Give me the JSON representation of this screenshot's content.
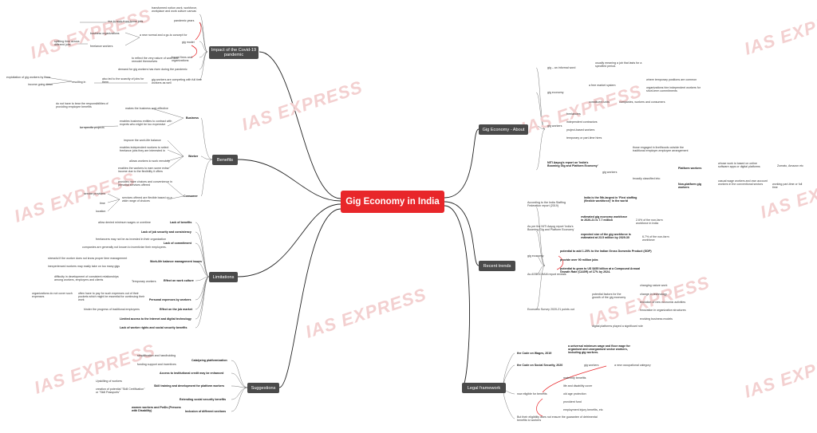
{
  "watermark": "IAS EXPRESS",
  "center": "Gig Economy in India",
  "covid": {
    "title": "Impact of the Covid-19 pandemic",
    "items": [
      "transformed notion work, workforce, workplace and work culture canvas",
      "pandemic years",
      "rise in work-from-home jobs",
      "a new normal and a go-to concept for",
      "gig model",
      "business organizations",
      "freelance workers",
      "splitting time across different jobs",
      "to reflect the very nature of work and remodel themselves",
      "forced firms and organizations",
      "demand for gig workers has risen during the pandemic",
      "gig workers are competing with full time workers as well",
      "also led to the scarcity of jobs for them",
      "resulting in",
      "exploitation of gig workers by firms",
      "income going down"
    ]
  },
  "benefits": {
    "title": "Benefits",
    "business": "Business",
    "business_items": [
      "do not have to bear the responsibilities of providing employee benefits",
      "makes the business cost-effective",
      "enables business entities to contract with experts who might be too expensive",
      "for specific projects"
    ],
    "worker": "Worker",
    "worker_items": [
      "improve the work-life balance",
      "enables independent workers to select freelance jobs they are interested in",
      "allows workers to work remotely",
      "enables the workers to earn some extra income due to the flexibility it offers"
    ],
    "consumer": "Consumer",
    "consumer_items": [
      "provides more choices and convenience in personal services offered",
      "services offered are flexible based on a wide range of choices",
      "service providers",
      "time",
      "location"
    ]
  },
  "limitations": {
    "title": "Limitations",
    "items": [
      "Lack of benefits",
      "allow denied minimum wages or overtime",
      "Lack of job security and consistency",
      "Lack of commitment",
      "freelancers may not be as invested in their organization",
      "companies are generally not known to incentivize their employees.",
      "Work-life balance management issues",
      "stressful if the worker does not know proper time management",
      "inexperienced workers may easily take on too many gigs",
      "Effect on work culture",
      "difficulty in development of consistent relationships among workers, employers and clients",
      "Temporary workers",
      "Personal expenses by workers",
      "often have to pay for such expenses out of their pockets which might be essential for continuing their work",
      "organizations do not cover such expenses",
      "Effect on the job market",
      "hinder the progress of traditional employees",
      "Limited access to the Internet and digital technology",
      "Lack of worker rights and social security benefits"
    ]
  },
  "suggestions": {
    "title": "Suggestions",
    "items": [
      "Catalyzing platformization",
      "simplification and handholding",
      "funding support and incentives",
      "Access to institutional credit may be enhanced",
      "Skill training and development for platform workers",
      "Upskilling of workers",
      "creation of potential \"Skill Certification\" or \"Skill Passports\"",
      "Extending social security benefits",
      "Inclusion of different sections",
      "women workers and PwDs (Persons with Disability)"
    ]
  },
  "about": {
    "title": "Gig Economy - About",
    "items": [
      "gig – an informal word",
      "usually meaning a job that lasts for a specified period.",
      "gig economy",
      "a free market system",
      "where temporary positions are common",
      "organizations hire independent workers for short-term commitments",
      "constituent units",
      "companies, workers and consumers",
      "gig workers",
      "freelancers",
      "independent contractors",
      "project-based workers",
      "temporary or part-time hires",
      "NITI Aayog's report on 'India's Booming Gig and Platform Economy'",
      "gig workers",
      "those engaged in livelihoods outside the traditional employer-employee arrangement",
      "broadly classified into",
      "Platform workers",
      "whose work is based on online software apps or digital platforms",
      "Zomato, Amazon etc",
      "Non-platform gig workers",
      "casual wage workers and own account workers in the conventional sectors",
      "working part-time or full time"
    ]
  },
  "trends": {
    "title": "Recent trends",
    "items": [
      "According to the India Staffing Federation report (2019)",
      "India is the 5th-largest in 'Flexi staffing (flexible workforce)' in the world",
      "As per the NITI Aayog report 'India's Booming Gig and Platform Economy'",
      "estimated gig economy workforce in 2020-21 is 7.7 million",
      "2.6% of the non-farm workforce in India",
      "expected size of the gig workforce is estimated at 23.5 million by 2029-30",
      "6.7% of the non-farm workforce",
      "gig economy",
      "potential to add 1.25% to the Indian Gross Domestic Product (GDP)",
      "provide over 90 million jobs",
      "As ASSOCHAM report reveals",
      "potential to grow to US $455 billion at a Compound Annual Growth Rate (CAGR) of 17% by 2024.",
      "Economic Survey 2020-21 points out",
      "potential factors for the growth of the gig economy",
      "changing nature work",
      "change in technology",
      "evolution of new economic activities",
      "innovation in organization structures",
      "evolving business models",
      "digital platforms played a significant role"
    ]
  },
  "legal": {
    "title": "Legal framework",
    "items": [
      "the Code on Wages, 2019",
      "a universal minimum wage and floor wage for organised and unorganised sector workers, including gig workers.",
      "the Code on Social Security, 2020",
      "gig workers",
      "a new occupational category",
      "now eligible for benefits",
      "maternity benefits",
      "life and disability cover",
      "old age protection",
      "provident fund",
      "employment injury benefits, etc",
      "But their eligibility does not ensure the guarantee of detrimental benefits to workers"
    ]
  }
}
